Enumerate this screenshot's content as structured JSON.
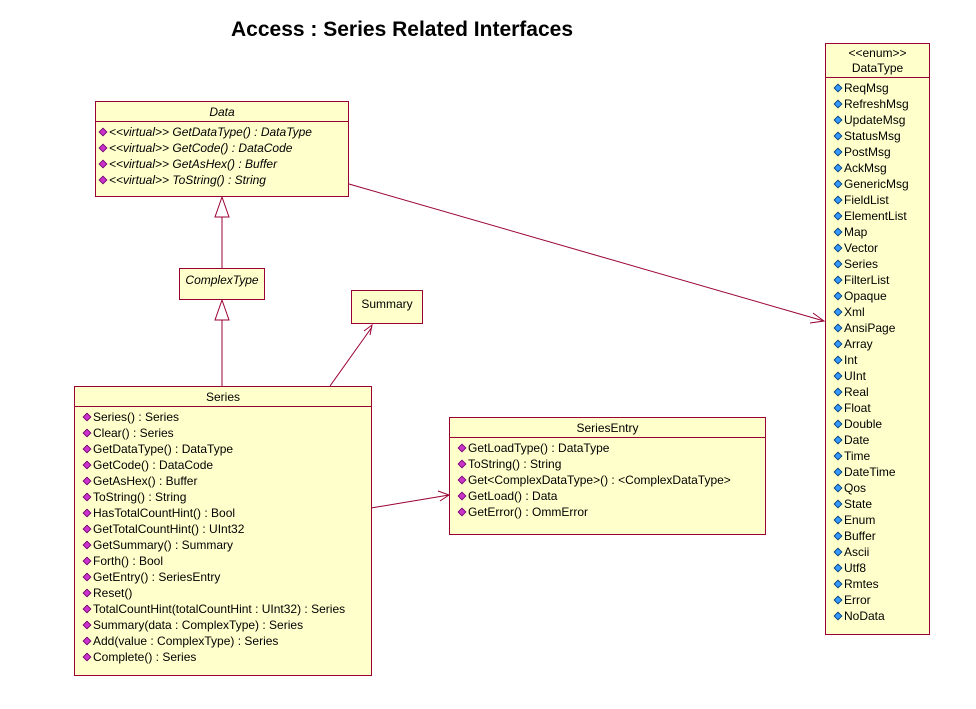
{
  "title": "Access : Series Related Interfaces",
  "data_class": {
    "name": "Data",
    "operations": [
      "<<virtual>> GetDataType() : DataType",
      "<<virtual>> GetCode() : DataCode",
      "<<virtual>> GetAsHex() : Buffer",
      "<<virtual>> ToString() : String"
    ]
  },
  "complextype_class": {
    "name": "ComplexType"
  },
  "summary_class": {
    "name": "Summary"
  },
  "series_class": {
    "name": "Series",
    "operations": [
      "Series() : Series",
      "Clear() : Series",
      "GetDataType() : DataType",
      "GetCode() : DataCode",
      "GetAsHex() : Buffer",
      "ToString() : String",
      "HasTotalCountHint() : Bool",
      "GetTotalCountHint() : UInt32",
      "GetSummary() : Summary",
      "Forth() : Bool",
      "GetEntry() : SeriesEntry",
      "Reset()",
      "TotalCountHint(totalCountHint : UInt32) : Series",
      "Summary(data : ComplexType) : Series",
      "Add(value : ComplexType) : Series",
      "Complete() : Series"
    ]
  },
  "seriesentry_class": {
    "name": "SeriesEntry",
    "operations": [
      "GetLoadType() : DataType",
      "ToString() : String",
      "Get<ComplexDataType>() : <ComplexDataType>",
      "GetLoad() : Data",
      "GetError() : OmmError"
    ]
  },
  "datatype_enum": {
    "stereotype": "<<enum>>",
    "name": "DataType",
    "values": [
      "ReqMsg",
      "RefreshMsg",
      "UpdateMsg",
      "StatusMsg",
      "PostMsg",
      "AckMsg",
      "GenericMsg",
      "FieldList",
      "ElementList",
      "Map",
      "Vector",
      "Series",
      "FilterList",
      "Opaque",
      "Xml",
      "AnsiPage",
      "Array",
      "Int",
      "UInt",
      "Real",
      "Float",
      "Double",
      "Date",
      "Time",
      "DateTime",
      "Qos",
      "State",
      "Enum",
      "Buffer",
      "Ascii",
      "Utf8",
      "Rmtes",
      "Error",
      "NoData"
    ]
  },
  "colors": {
    "box_fill": "#ffffcc",
    "border": "#990033",
    "line": "#990033"
  }
}
